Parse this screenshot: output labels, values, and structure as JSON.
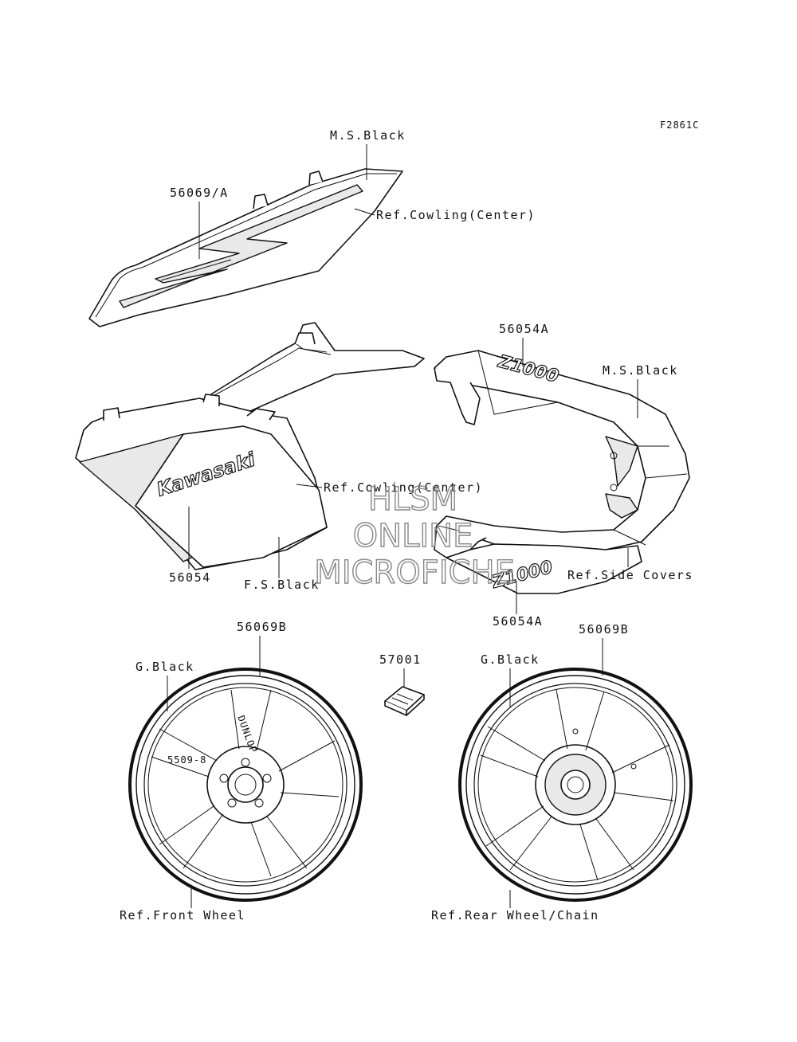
{
  "figure_code": "F2861C",
  "labels": {
    "ms_black_top": "M.S.Black",
    "part_56069a": "56069/A",
    "ref_cowling_center_1": "Ref.Cowling(Center)",
    "part_56054a_top": "56054A",
    "ms_black_right": "M.S.Black",
    "ref_cowling_center_2": "Ref.Cowling(Center)",
    "part_56054": "56054",
    "fs_black": "F.S.Black",
    "ref_side_covers": "Ref.Side Covers",
    "part_56054a_bottom": "56054A",
    "part_56069b_left": "56069B",
    "g_black_left": "G.Black",
    "part_57001": "57001",
    "g_black_right": "G.Black",
    "part_56069b_right": "56069B",
    "ref_front_wheel": "Ref.Front Wheel",
    "ref_rear_wheel_chain": "Ref.Rear Wheel/Chain"
  },
  "decal_text": {
    "brand": "Kawasaki",
    "model_top": "Z1000",
    "model_bottom": "Z1000"
  },
  "watermark": {
    "line1": "HLSM",
    "line2": "ONLINE",
    "line3": "MICROFICHE"
  }
}
